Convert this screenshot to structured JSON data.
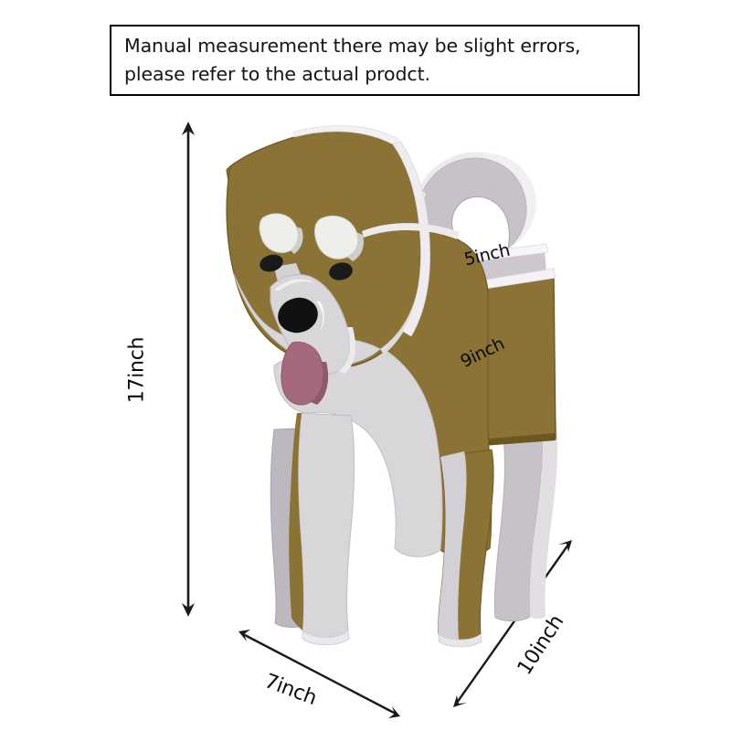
{
  "disclaimer": {
    "line1": "Manual measurement there may be slight errors,",
    "line2": "please refer to the actual prodct."
  },
  "dimensions": {
    "height": "17inch",
    "width": "7inch",
    "depth": "10inch",
    "box_top": "5inch",
    "box_side": "9inch"
  },
  "colors": {
    "background": "#ffffff",
    "body_brown": "#8a7334",
    "body_brown_dark": "#7b661f",
    "fur_white": "#d8d6d9",
    "fur_white_light": "#e9e7ea",
    "edge_white": "#f5f4f6",
    "ear_inner": "#c6bcc6",
    "tail_gray": "#c7c2c8",
    "eye_black": "#1a1a1a",
    "nose_black": "#111111",
    "tongue_pink": "#a4697b",
    "brow_cream": "#eeeeea",
    "box_interior": "#cfc7d0",
    "outline": "#000000",
    "text": "#0a0a0a"
  },
  "product": {
    "name": "shiba-dog-planter",
    "parts": [
      "head",
      "left-ear",
      "right-ear",
      "snout",
      "nose",
      "tongue",
      "eyes",
      "eyebrows",
      "body",
      "front-legs",
      "hind-legs",
      "curled-tail",
      "planter-box"
    ]
  }
}
